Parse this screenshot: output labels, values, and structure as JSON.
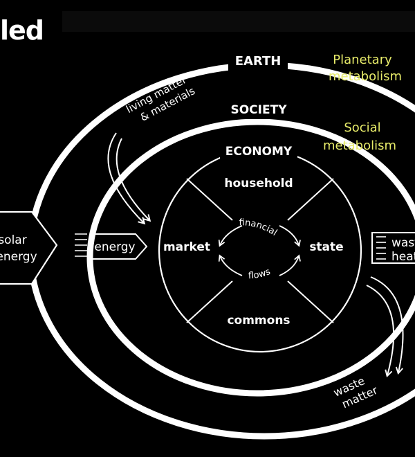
{
  "title": "led",
  "rings": {
    "earth": "EARTH",
    "society": "SOCIETY",
    "economy": "ECONOMY"
  },
  "side_labels": {
    "planetary_line1": "Planetary",
    "planetary_line2": "metabolism",
    "social_line1": "Social",
    "social_line2": "metabolism"
  },
  "flows": {
    "living_line1": "living matter",
    "living_line2": "& materials",
    "solar_line1": "solar",
    "solar_line2": "energy",
    "energy": "energy",
    "waste_heat_line1": "waste",
    "waste_heat_line2": "heat",
    "waste_matter_line1": "waste",
    "waste_matter_line2": "matter"
  },
  "sectors": {
    "household": "household",
    "market": "market",
    "state": "state",
    "commons": "commons"
  },
  "core": {
    "financial": "financial",
    "flows": "flows"
  },
  "colors": {
    "background": "#000000",
    "line": "#ffffff",
    "accent": "#e8ec6a"
  }
}
